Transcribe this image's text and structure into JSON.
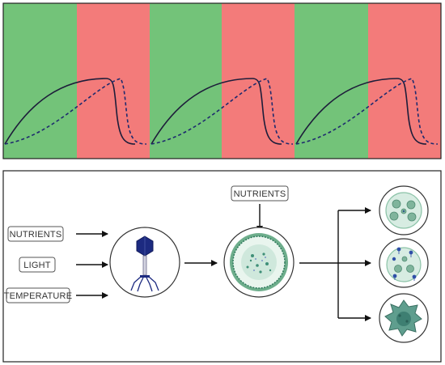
{
  "colors": {
    "green_band": "#73c379",
    "red_band": "#f37b7a",
    "curve": "#1d1d3a",
    "dashed_curve": "#1e2a6e",
    "frame": "#222222",
    "label_border": "#555555",
    "arrow": "#111111",
    "phage": "#1c2a80",
    "cell_fill": "#dcefe4",
    "cell_ring": "#6eae8c"
  },
  "timeline": {
    "bands": [
      "green",
      "red",
      "green",
      "red",
      "green",
      "red"
    ],
    "cycles": 3
  },
  "inputs": {
    "nutrients_left": "NUTRIENTS",
    "light": "LIGHT",
    "temperature": "TEMPERATURE",
    "nutrients_top": "NUTRIENTS"
  },
  "icons": {
    "phage": "bacteriophage-icon",
    "host": "host-cell-icon",
    "outcome_1": "cell-with-replicating-virions-icon",
    "outcome_2": "cell-releasing-phages-icon",
    "outcome_3": "lysed-cell-icon"
  }
}
